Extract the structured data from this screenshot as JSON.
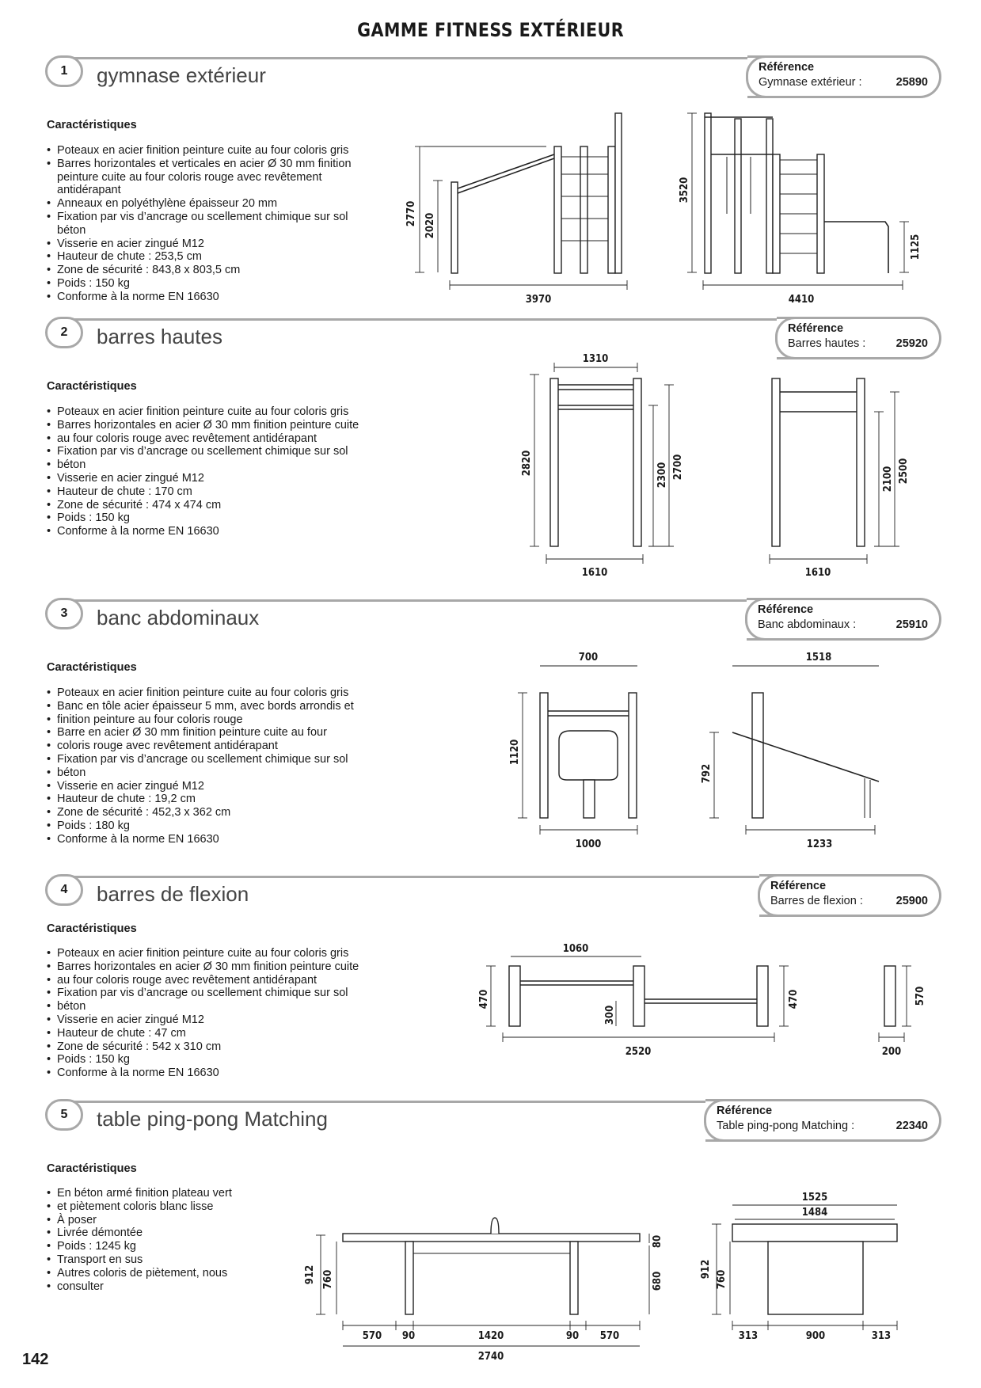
{
  "page_title": "GAMME FITNESS EXTÉRIEUR",
  "page_number": "142",
  "char_heading": "Caractéristiques",
  "ref_heading": "Référence",
  "sections": [
    {
      "num": "1",
      "title": "gymnase extérieur",
      "ref_label": "Gymnase extérieur :",
      "ref_code": "25890",
      "features": [
        "Poteaux en acier finition peinture cuite au four coloris gris",
        "Barres horizontales et verticales en acier Ø 30 mm finition",
        "peinture cuite au four coloris rouge avec revêtement",
        "antidérapant",
        "Anneaux en polyéthylène épaisseur 20 mm",
        "Fixation par vis d’ancrage ou scellement chimique sur sol",
        "béton",
        "Visserie en acier zingué M12",
        "Hauteur de chute : 253,5 cm",
        "Zone de sécurité : 843,8 x 803,5 cm",
        "Poids : 150 kg",
        "Conforme à la norme EN 16630"
      ],
      "dims": [
        "2770",
        "2020",
        "3970",
        "3520",
        "1125",
        "4410"
      ]
    },
    {
      "num": "2",
      "title": "barres hautes",
      "ref_label": "Barres hautes :",
      "ref_code": "25920",
      "features": [
        "Poteaux en acier finition peinture cuite au four coloris gris",
        "Barres horizontales en acier Ø 30 mm finition peinture cuite",
        "au four coloris rouge avec revêtement antidérapant",
        "Fixation par vis d’ancrage ou scellement chimique sur sol",
        "béton",
        "Visserie en acier zingué M12",
        "Hauteur de chute : 170 cm",
        "Zone de sécurité : 474 x 474 cm",
        "Poids : 150 kg",
        "Conforme à la norme EN 16630"
      ],
      "dims": [
        "1310",
        "2820",
        "2300",
        "2700",
        "1610",
        "2100",
        "2500",
        "1610"
      ]
    },
    {
      "num": "3",
      "title": "banc abdominaux",
      "ref_label": "Banc abdominaux :",
      "ref_code": "25910",
      "features": [
        "Poteaux en acier finition peinture cuite au four coloris gris",
        "Banc en tôle acier épaisseur 5 mm, avec bords arrondis et",
        "finition peinture au four coloris rouge",
        "Barre en acier Ø 30 mm finition peinture cuite au four",
        "coloris rouge avec revêtement antidérapant",
        "Fixation par vis d’ancrage ou scellement chimique sur sol",
        "béton",
        "Visserie en acier zingué M12",
        "Hauteur de chute : 19,2 cm",
        "Zone de sécurité : 452,3 x 362 cm",
        "Poids : 180 kg",
        "Conforme à la norme EN 16630"
      ],
      "dims": [
        "700",
        "1120",
        "1000",
        "1518",
        "792",
        "1233"
      ]
    },
    {
      "num": "4",
      "title": "barres de flexion",
      "ref_label": "Barres de flexion :",
      "ref_code": "25900",
      "features": [
        "Poteaux en acier finition peinture cuite au four coloris gris",
        "Barres horizontales en acier Ø 30 mm finition peinture cuite",
        "au four coloris rouge avec revêtement antidérapant",
        "Fixation par vis d’ancrage ou scellement chimique sur sol",
        "béton",
        "Visserie en acier zingué M12",
        "Hauteur de chute : 47 cm",
        "Zone de sécurité : 542 x 310 cm",
        "Poids : 150 kg",
        "Conforme à la norme EN 16630"
      ],
      "dims": [
        "1060",
        "470",
        "300",
        "470",
        "2520",
        "570",
        "200"
      ]
    },
    {
      "num": "5",
      "title": "table ping-pong Matching",
      "ref_label": "Table ping-pong Matching :",
      "ref_code": "22340",
      "features": [
        "En béton armé finition plateau vert",
        "et piètement coloris blanc lisse",
        "À poser",
        "Livrée démontée",
        "Poids : 1245 kg",
        "Transport en sus",
        "Autres coloris de piètement, nous",
        "consulter"
      ],
      "dims": [
        "912",
        "760",
        "80",
        "680",
        "570",
        "90",
        "1420",
        "90",
        "570",
        "2740",
        "1525",
        "1484",
        "912",
        "760",
        "313",
        "900",
        "313"
      ]
    }
  ]
}
